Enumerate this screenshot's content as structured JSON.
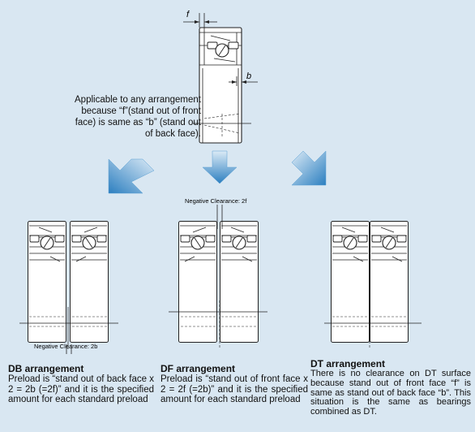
{
  "labels": {
    "f": "f",
    "b": "b",
    "df_clearance": "Negative Clearance: 2f",
    "db_clearance": "Negative Clearance: 2b"
  },
  "applicable_text": "Applicable to any arrangement because “f”(stand out of front face) is same as “b” (stand out of back face).",
  "captions": {
    "db": {
      "title": "DB arrangement",
      "body": "Preload is “stand out of back face x 2 = 2b (=2f)” and it is the specified amount for each standard preload"
    },
    "df": {
      "title": "DF arrangement",
      "body": "Preload is “stand out of front face x 2 = 2f (=2b)” and it is the specified amount for each standard preload"
    },
    "dt": {
      "title": "DT arrangement",
      "body": "There is no clearance on DT surface because stand out of front face “f” is same as stand out of back face “b”. This situation is the same as bearings combined as DT."
    }
  },
  "colors": {
    "background": "#d9e7f2",
    "bearing_fill": "#ffffff",
    "line": "#222222",
    "arrow_dark": "#2c7fc0",
    "arrow_light": "#dbeaf6"
  },
  "icons": [
    "arrow-down-left-icon",
    "arrow-down-icon",
    "arrow-down-right-icon"
  ]
}
